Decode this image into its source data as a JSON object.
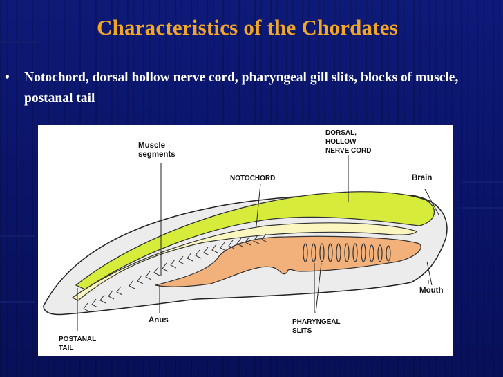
{
  "slide": {
    "title": "Characteristics of the Chordates",
    "bullet_symbol": "•",
    "bullet_text": "Notochord, dorsal hollow nerve cord, pharyngeal gill slits, blocks of muscle, postanal tail"
  },
  "figure": {
    "labels": {
      "muscle_line1": "Muscle",
      "muscle_line2": "segments",
      "notochord": "NOTOCHORD",
      "dorsal_line1": "DORSAL,",
      "dorsal_line2": "HOLLOW",
      "dorsal_line3": "NERVE CORD",
      "brain": "Brain",
      "mouth": "Mouth",
      "anus": "Anus",
      "pharyngeal_line1": "PHARYNGEAL",
      "pharyngeal_line2": "SLITS",
      "postanal_line1": "POSTANAL",
      "postanal_line2": "TAIL"
    },
    "colors": {
      "nerve_cord": "#d7ec3a",
      "notochord": "#fbf6c0",
      "gut": "#f2b07a",
      "body": "#ececec",
      "title": "#f2a628"
    }
  }
}
